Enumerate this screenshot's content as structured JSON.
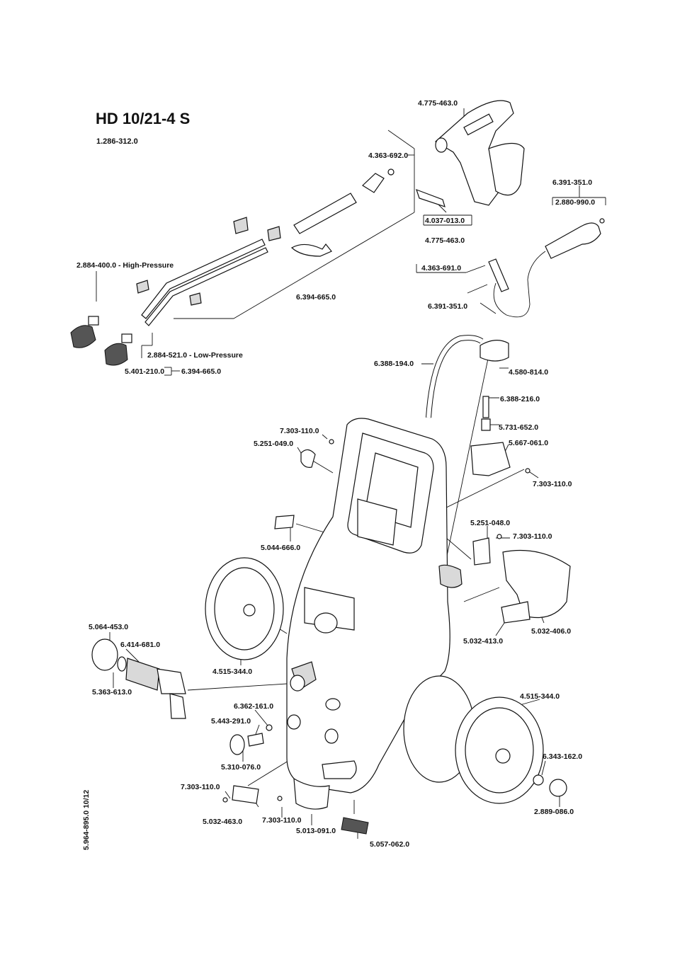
{
  "header": {
    "title": "HD 10/21-4 S",
    "subtitle": "1.286-312.0"
  },
  "document_number": "5.964-895.0  10/12",
  "labels": {
    "gun": "4.775-463.0",
    "oring_gun": "4.363-692.0",
    "hose_grip": "6.391-351.0",
    "hose_oring_box": "2.880-990.0",
    "trigger_box": "4.037-013.0",
    "gun_assembly": "4.775-463.0",
    "coupling_box": "4.363-691.0",
    "hose": "6.391-351.0",
    "high_pressure": "2.884-400.0 - High-Pressure",
    "lance": "6.394-665.0",
    "low_pressure": "2.884-521.0 - Low-Pressure",
    "nozzle": "5.401-210.0",
    "nozzle_lance": "6.394-665.0",
    "detergent_hose": "6.388-194.0",
    "cap": "4.580-814.0",
    "hose_small": "6.388-216.0",
    "filter": "5.731-652.0",
    "screw_top": "7.303-110.0",
    "clip_top": "5.251-049.0",
    "holder": "5.667-061.0",
    "screw_holder": "7.303-110.0",
    "bracket": "5.044-666.0",
    "clip_right": "5.251-048.0",
    "screw_right": "7.303-110.0",
    "hood": "5.032-406.0",
    "plate": "5.032-413.0",
    "wheel_left": "4.515-344.0",
    "inlet_cap": "5.064-453.0",
    "inlet_filter": "6.414-681.0",
    "inlet_seal": "5.363-613.0",
    "oring_mid": "6.362-161.0",
    "nipple": "5.443-291.0",
    "coupling": "5.310-076.0",
    "wheel_right": "4.515-344.0",
    "washer": "6.343-162.0",
    "hubcap": "2.889-086.0",
    "screw_bottom_left": "7.303-110.0",
    "cover_plate": "5.032-463.0",
    "screw_bottom": "7.303-110.0",
    "cable_holder": "5.013-091.0",
    "brush": "5.057-062.0"
  }
}
